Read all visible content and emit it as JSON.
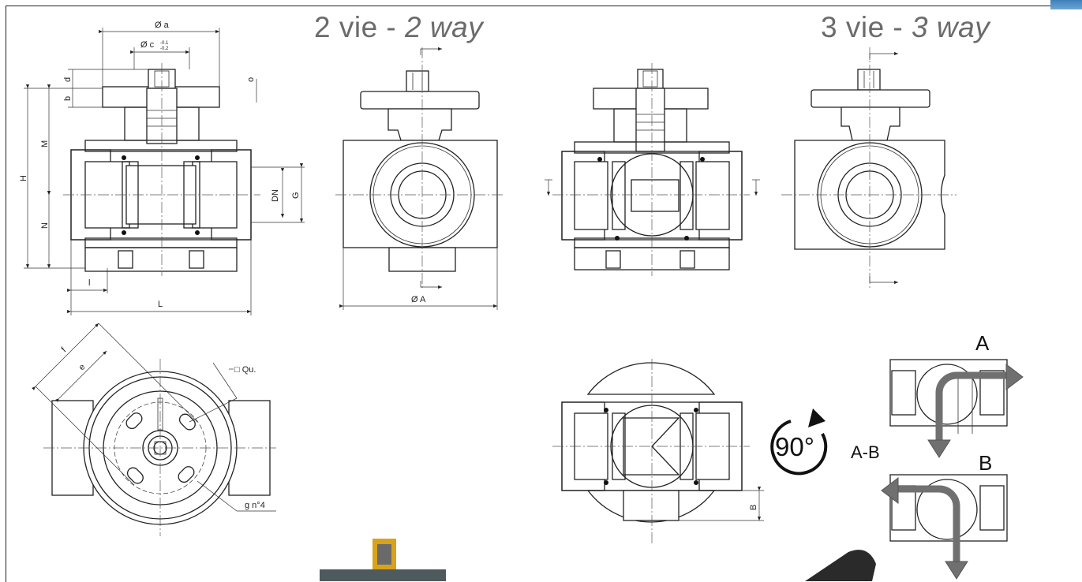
{
  "titles": {
    "two_way_it": "2 vie",
    "two_way_sep": " - ",
    "two_way_en": "2 way",
    "three_way_it": "3 vie",
    "three_way_sep": " - ",
    "three_way_en": "3 way"
  },
  "dimensions": {
    "a": "Ø a",
    "c": "Ø c",
    "c_tol_upper": "-0.1",
    "c_tol_lower": "-0.2",
    "d": "d",
    "o": "o",
    "b": "b",
    "H": "H",
    "M": "M",
    "N": "N",
    "DN": "DN",
    "G": "G",
    "l": "l",
    "L": "L",
    "A": "Ø A",
    "f": "f",
    "e": "e",
    "qu": "□ Qu.",
    "g": "g n°4",
    "B": "B"
  },
  "flow": {
    "rotation": "90°",
    "positions": "A-B",
    "position_a": "A",
    "position_b": "B"
  },
  "colors": {
    "line": "#222222",
    "title": "#6b6b6b",
    "flow_arrow": "#707070",
    "corner_accent": "#3e7fb9"
  }
}
